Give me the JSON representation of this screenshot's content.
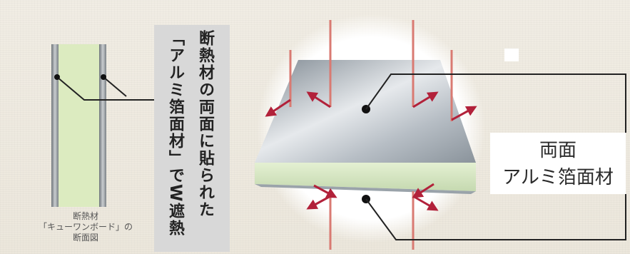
{
  "headline": {
    "column_1": "断熱材の両面に貼られた",
    "column_2": "「アルミ箔面材」でW遮熱"
  },
  "cross_section_caption": {
    "line_1": "断熱材",
    "line_2": "「キューワンボード」の",
    "line_3": "断面図"
  },
  "callout": {
    "line_1": "両面",
    "line_2": "アルミ箔面材"
  },
  "colors": {
    "background": "#efeae0",
    "arrow": "#b2213a",
    "ray": "#d97a72",
    "insulation_core": "#dcebc0",
    "foil_gray": "#a9b0b6",
    "headline_box": "#d8d8d8"
  }
}
